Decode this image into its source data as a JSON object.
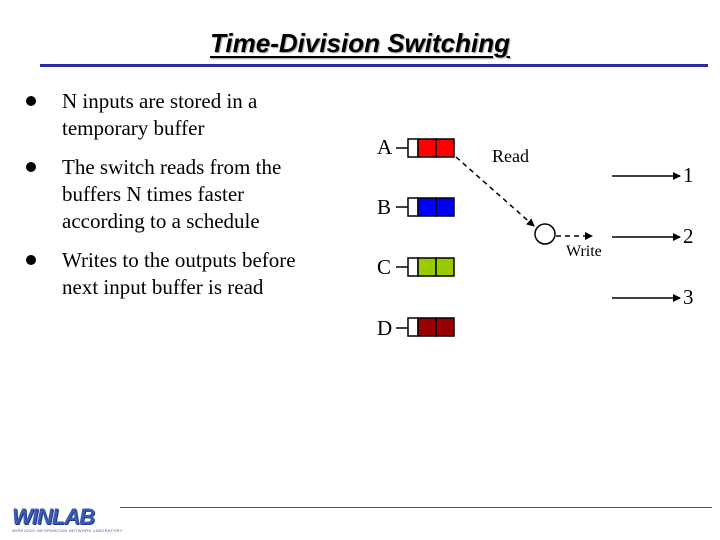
{
  "title": "Time-Division Switching",
  "bullets": [
    "N inputs are stored in a temporary buffer",
    "The switch reads from the buffers N times faster according to a schedule",
    "Writes to the outputs before next input buffer is read"
  ],
  "diagram": {
    "inputs": [
      {
        "label": "A",
        "color": "#ff0000"
      },
      {
        "label": "B",
        "color": "#0000ff"
      },
      {
        "label": "C",
        "color": "#99cc00"
      },
      {
        "label": "D",
        "color": "#990000"
      }
    ],
    "read_label": "Read",
    "write_label": "Write",
    "outputs": [
      "1",
      "2",
      "3"
    ]
  },
  "colors": {
    "title_rule": "#2b2ba8",
    "logo": "#3a5bb5"
  },
  "logo": {
    "text": "WINLAB",
    "subtext": "WIRELESS INFORMATION NETWORK LABORATORY"
  }
}
